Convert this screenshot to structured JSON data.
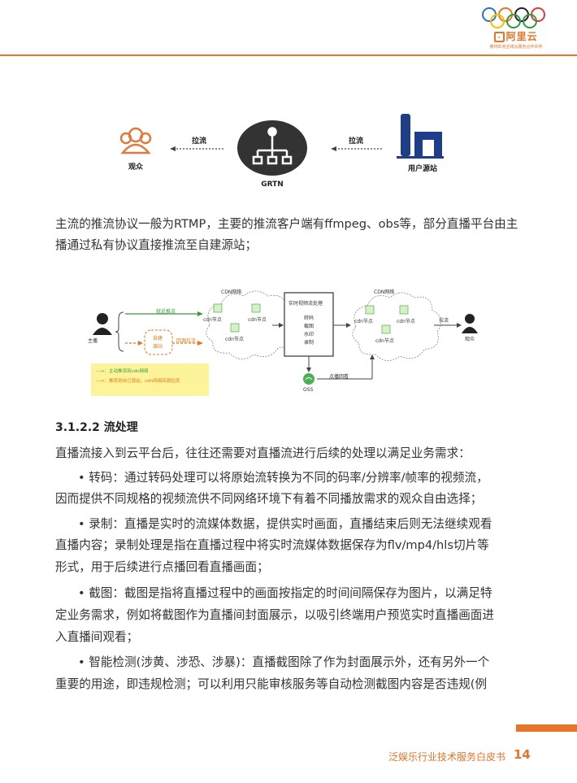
{
  "header": {
    "brand": "阿里云",
    "tagline": "奥林匹克全球云服务合作伙伴"
  },
  "diagram1": {
    "audience_label": "观众",
    "center_label": "GRTN",
    "source_label": "用户源站",
    "pull_left": "拉流",
    "pull_right": "拉流"
  },
  "paragraph1": "主流的推流协议一般为RTMP，主要的推流客户端有ffmpeg、obs等，部分直播平台由主播通过私有协议直接推流至自建源站；",
  "diagram2": {
    "anchor": "主播",
    "push_nearby": "就近推流",
    "own_source": "自建",
    "own_source_2": "源站",
    "back_pull": "回源拉流",
    "cdn_network_1": "CDN网络",
    "cdn_network_2": "CDN网络",
    "cdn_node": "cdn节点",
    "process_title": "实时视频流处理",
    "process_items": [
      "转码",
      "截图",
      "水印",
      "录制"
    ],
    "pull": "拉流",
    "audience": "观众",
    "vod_back": "点播回看",
    "oss": "OSS",
    "legend_1": "--->：主动推流到cdn网络",
    "legend_2": "--->：推流到自己源站，cdn网络回源拉流"
  },
  "section": {
    "heading": "3.1.2.2 流处理",
    "intro": "直播流接入到云平台后，往往还需要对直播流进行后续的处理以满足业务需求："
  },
  "bullets": {
    "b1_line1": "• 转码：通过转码处理可以将原始流转换为不同的码率/分辨率/帧率的视频流，",
    "b1_line2": "因而提供不同规格的视频流供不同网络环境下有着不同播放需求的观众自由选择；",
    "b2_line1": "• 录制：直播是实时的流媒体数据，提供实时画面，直播结束后则无法继续观看",
    "b2_line2": "直播内容；录制处理是指在直播过程中将实时流媒体数据保存为flv/mp4/hls切片等",
    "b2_line3": "形式，用于后续进行点播回看直播画面；",
    "b3_line1": "• 截图：截图是指将直播过程中的画面按指定的时间间隔保存为图片，以满足特",
    "b3_line2": "定业务需求，例如将截图作为直播间封面展示，以吸引终端用户预览实时直播画面进",
    "b3_line3": "入直播间观看；",
    "b4_line1": "• 智能检测(涉黄、涉恐、涉暴)：直播截图除了作为封面展示外，还有另外一个",
    "b4_line2": "重要的用途，即违规检测；可以利用只能审核服务等自动检测截图内容是否违规(例"
  },
  "footer": {
    "title": "泛娱乐行业技术服务白皮书",
    "page": "14"
  }
}
